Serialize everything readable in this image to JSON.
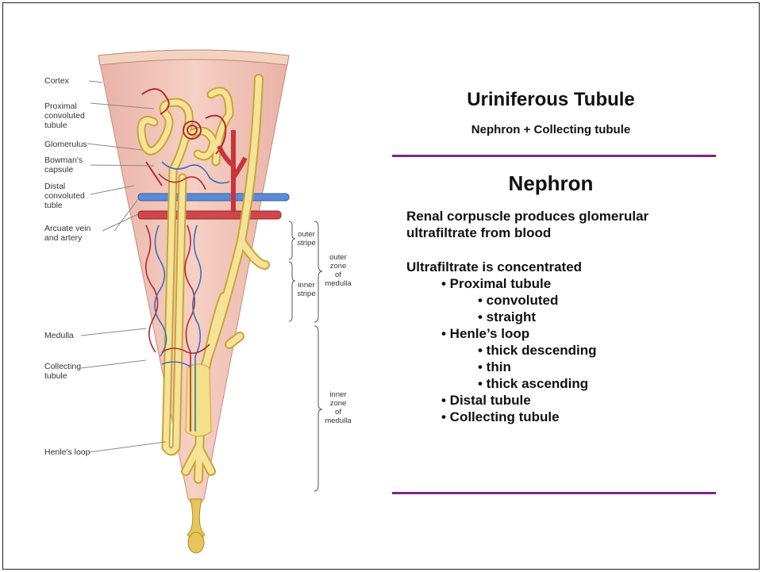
{
  "diagram": {
    "labels": {
      "cortex": "Cortex",
      "proximal": "Proximal\nconvoluted\ntubule",
      "glomerulus": "Glomerulus",
      "bowman": "Bowman's\ncapsule",
      "distal": "Distal\nconvoluted\ntuble",
      "arcuate": "Arcuate vein\nand artery",
      "medulla": "Medulla",
      "collecting": "Collecting\ntubule",
      "henle": "Henle's loop"
    },
    "zones": {
      "outer_stripe": "outer\nstripe",
      "inner_stripe": "inner\nstripe",
      "outer_zone": "outer\nzone\nof\nmedulla",
      "inner_zone": "inner\nzone\nof\nmedulla"
    },
    "colors": {
      "tissue": "#f2c4b8",
      "cortex_band": "#f6d9c5",
      "tubule": "#f3e08a",
      "tubule_edge": "#c9a535",
      "vein": "#4a7fc8",
      "artery": "#c8343a"
    }
  },
  "content": {
    "title": "Uriniferous Tubule",
    "subtitle": "Nephron + Collecting tubule",
    "heading": "Nephron",
    "para1": "Renal corpuscle produces glomerular\nultrafiltrate from blood",
    "para2": "Ultrafiltrate is concentrated",
    "items": [
      {
        "level": 1,
        "text": "• Proximal tubule"
      },
      {
        "level": 2,
        "text": "• convoluted"
      },
      {
        "level": 2,
        "text": "• straight"
      },
      {
        "level": 1,
        "text": "• Henle’s loop"
      },
      {
        "level": 2,
        "text": "• thick descending"
      },
      {
        "level": 2,
        "text": "• thin"
      },
      {
        "level": 2,
        "text": "• thick ascending"
      },
      {
        "level": 1,
        "text": "• Distal tubule"
      },
      {
        "level": 1,
        "text": "• Collecting tubule"
      }
    ],
    "rule_color": "#7b2a82"
  }
}
